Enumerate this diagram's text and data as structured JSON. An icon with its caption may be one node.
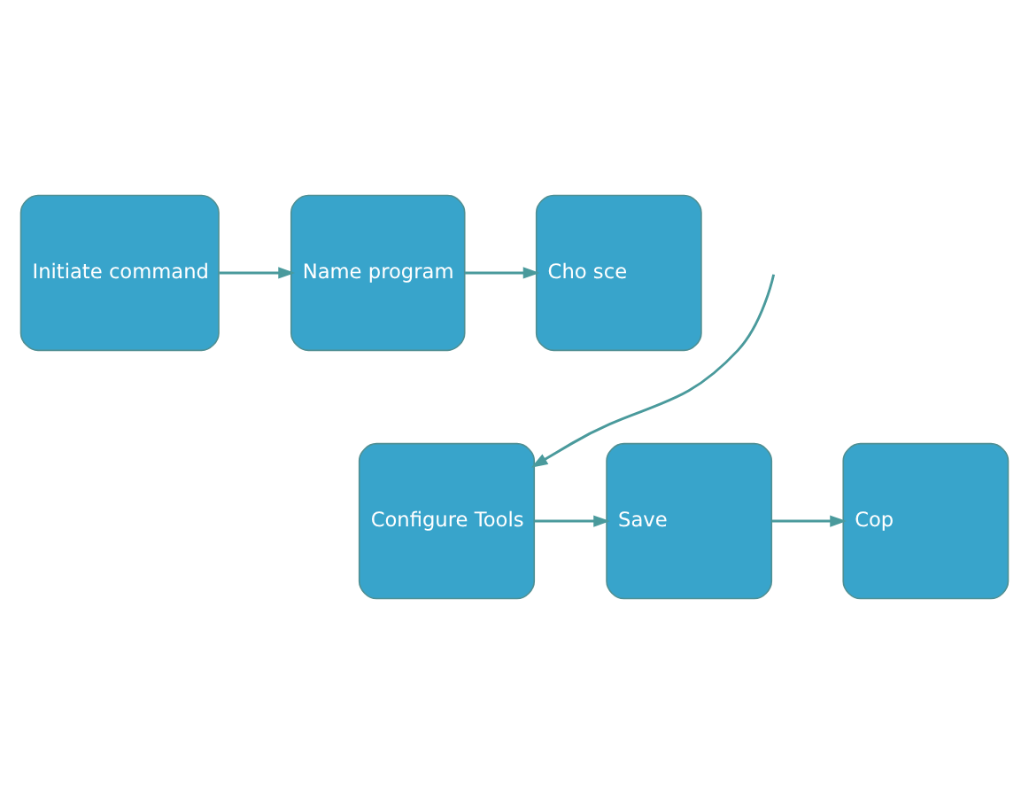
{
  "diagram": {
    "nodes": [
      {
        "text": [
          "Initiate command"
        ]
      },
      {
        "text": [
          "Name program"
        ]
      },
      {
        "text": [
          "Cho sce"
        ]
      },
      {
        "text": [
          "Configure Tools"
        ]
      },
      {
        "text": [
          "Save"
        ]
      },
      {
        "text": [
          "Cop"
        ]
      }
    ],
    "edges": [
      {
        "from": 0,
        "to": 1,
        "arrow": "to"
      },
      {
        "from": 1,
        "to": 2,
        "arrow": "to"
      },
      {
        "from": null,
        "to": 3,
        "arrow": "to"
      },
      {
        "from": 3,
        "to": 4,
        "arrow": "to"
      },
      {
        "from": 4,
        "to": 5,
        "arrow": "to"
      }
    ]
  }
}
